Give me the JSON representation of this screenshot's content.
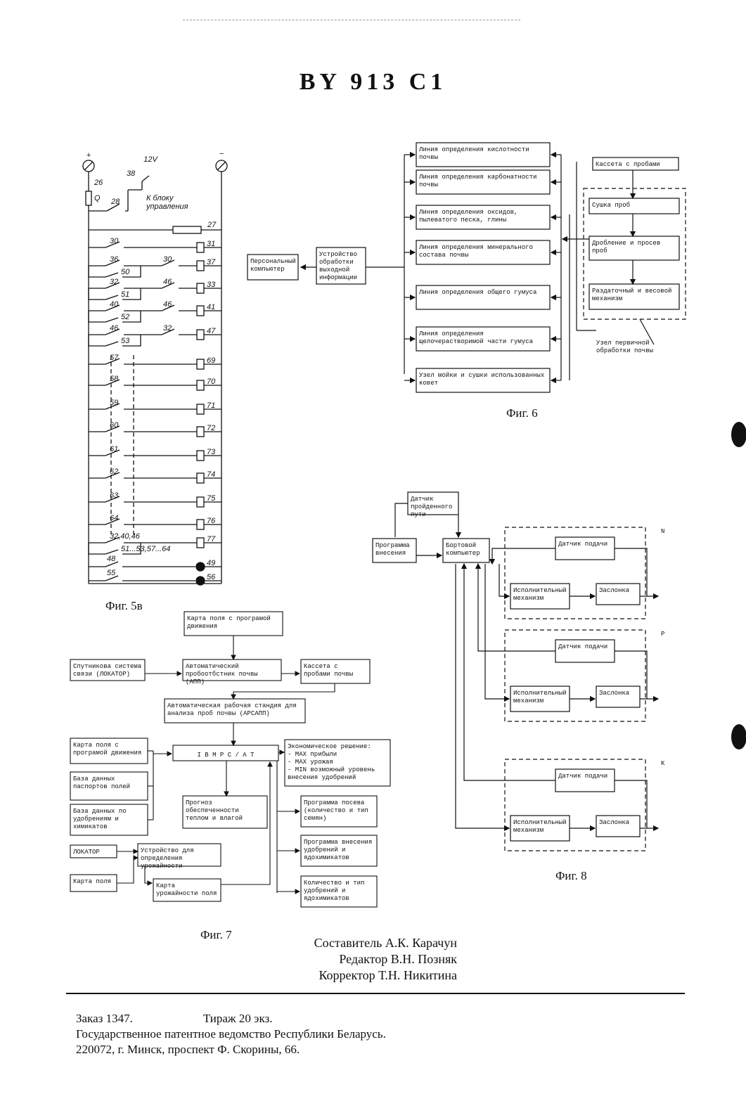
{
  "header": {
    "patent_number": "BY 913 C1"
  },
  "fig5v": {
    "caption": "Фиг. 5в",
    "supply": {
      "plus": "+",
      "minus": "−",
      "voltage": "12V",
      "to_control": "К блоку\nуправления"
    },
    "labels": [
      "26",
      "Q",
      "28",
      "38",
      "27",
      "30",
      "31",
      "36",
      "30",
      "37",
      "50",
      "32",
      "46",
      "33",
      "51",
      "40",
      "46",
      "41",
      "52",
      "46",
      "32",
      "47",
      "53",
      "57",
      "69",
      "58",
      "70",
      "59",
      "71",
      "60",
      "72",
      "61",
      "73",
      "62",
      "74",
      "63",
      "75",
      "64",
      "76",
      "32,40,46",
      "77",
      "51...53,57...64",
      "48",
      "49",
      "55",
      "56"
    ]
  },
  "fig6": {
    "caption": "Фиг. 6",
    "pc": "Персональный компьютер",
    "processor": "Устройство обработки выходной информации",
    "lines": [
      "Линия определения кислотности почвы",
      "Линия определения карбонатности почвы",
      "Линия определения оксидов, пылеватого песка, глины",
      "Линия определения минерального состава почвы",
      "Линия определения общего гумуса",
      "Линия определения щелочерастворимой части гумуса",
      "Узел мойки и сушки использованных ковет"
    ],
    "cassette": "Кассета с пробами",
    "prep": [
      "Сушка проб",
      "Дробление и просев проб",
      "Раздаточный и весовой механизм"
    ],
    "prep_node": "Узел первичной обработки почвы"
  },
  "fig7": {
    "caption": "Фиг. 7",
    "field_map_route": "Карта поля с програмой движения",
    "satellite": "Спутникова система связи (ЛОКАТОР)",
    "auto_sampler": "Автоматический пробоотбстник почвы (АПП)",
    "cassette": "Кассета с пробами почвы",
    "station": "Автоматическая рабочая стандия для анализа проб почвы (АРСАПП)",
    "ibm": "I B M   P C / A T",
    "left_inputs": [
      "Карта поля с програмой движения",
      "База данных паспортов полей",
      "База данных по удобрениям и химикатов"
    ],
    "economic": "Экономическое решение:\n- MAX прибыли\n- MAX урожая\n- MIN возможный уровень внесения удобрений",
    "forecast": "Прогноз обеспеченности теплом и влагой",
    "outputs": [
      "Программа посева (количество и тип семян)",
      "Программа внесения удобрений и ядохимикатов",
      "Количество и тип удобрений и ядохимикатов"
    ],
    "locator": "ЛОКАТОР",
    "yield_device": "Устройство для определения урожайности",
    "field_map": "Карта поля",
    "yield_map": "Карта урожайности поля"
  },
  "fig8": {
    "caption": "Фиг. 8",
    "distance_sensor": "Датчик пройденного пути",
    "program": "Программа внесения",
    "onboard": "Бортовой компьютер",
    "channels": [
      {
        "tag": "N",
        "sensor": "Датчик подачи",
        "actuator": "Исполнительный механизм",
        "valve": "Заслонка"
      },
      {
        "tag": "P",
        "sensor": "Датчик подачи",
        "actuator": "Исполнительный механизм",
        "valve": "Заслонка"
      },
      {
        "tag": "K",
        "sensor": "Датчик подачи",
        "actuator": "Исполнительный механизм",
        "valve": "Заслонка"
      }
    ]
  },
  "credits": {
    "compiler": "Составитель А.К. Карачун",
    "editor": "Редактор В.Н. Позняк",
    "corrector": "Корректор Т.Н. Никитина"
  },
  "footer": {
    "order": "Заказ  1347.",
    "print_run": "Тираж 20 экз.",
    "office": "Государственное патентное ведомство Республики Беларусь.",
    "address": "220072, г. Минск, проспект Ф. Скорины, 66."
  }
}
